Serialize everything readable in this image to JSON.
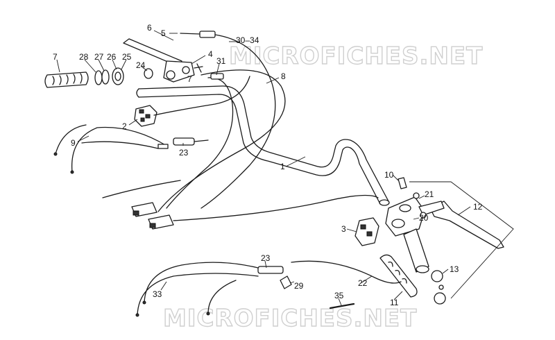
{
  "watermarks": [
    "MICROFICHES.NET",
    "MICROFICHES.NET"
  ],
  "callouts": [
    {
      "id": "1",
      "label": "1"
    },
    {
      "id": "2",
      "label": "2"
    },
    {
      "id": "3",
      "label": "3"
    },
    {
      "id": "4",
      "label": "4"
    },
    {
      "id": "5",
      "label": "5"
    },
    {
      "id": "6",
      "label": "6"
    },
    {
      "id": "7a",
      "label": "7"
    },
    {
      "id": "7b",
      "label": "7"
    },
    {
      "id": "8",
      "label": "8"
    },
    {
      "id": "9",
      "label": "9"
    },
    {
      "id": "10",
      "label": "10"
    },
    {
      "id": "11",
      "label": "11"
    },
    {
      "id": "12",
      "label": "12"
    },
    {
      "id": "13",
      "label": "13"
    },
    {
      "id": "20",
      "label": "20"
    },
    {
      "id": "21",
      "label": "21"
    },
    {
      "id": "22",
      "label": "22"
    },
    {
      "id": "23a",
      "label": "23"
    },
    {
      "id": "23b",
      "label": "23"
    },
    {
      "id": "24",
      "label": "24"
    },
    {
      "id": "25",
      "label": "25"
    },
    {
      "id": "26",
      "label": "26"
    },
    {
      "id": "27",
      "label": "27"
    },
    {
      "id": "28",
      "label": "28"
    },
    {
      "id": "29",
      "label": "29"
    },
    {
      "id": "30-34",
      "label": "30–34"
    },
    {
      "id": "31",
      "label": "31"
    },
    {
      "id": "33",
      "label": "33"
    },
    {
      "id": "35",
      "label": "35"
    }
  ]
}
